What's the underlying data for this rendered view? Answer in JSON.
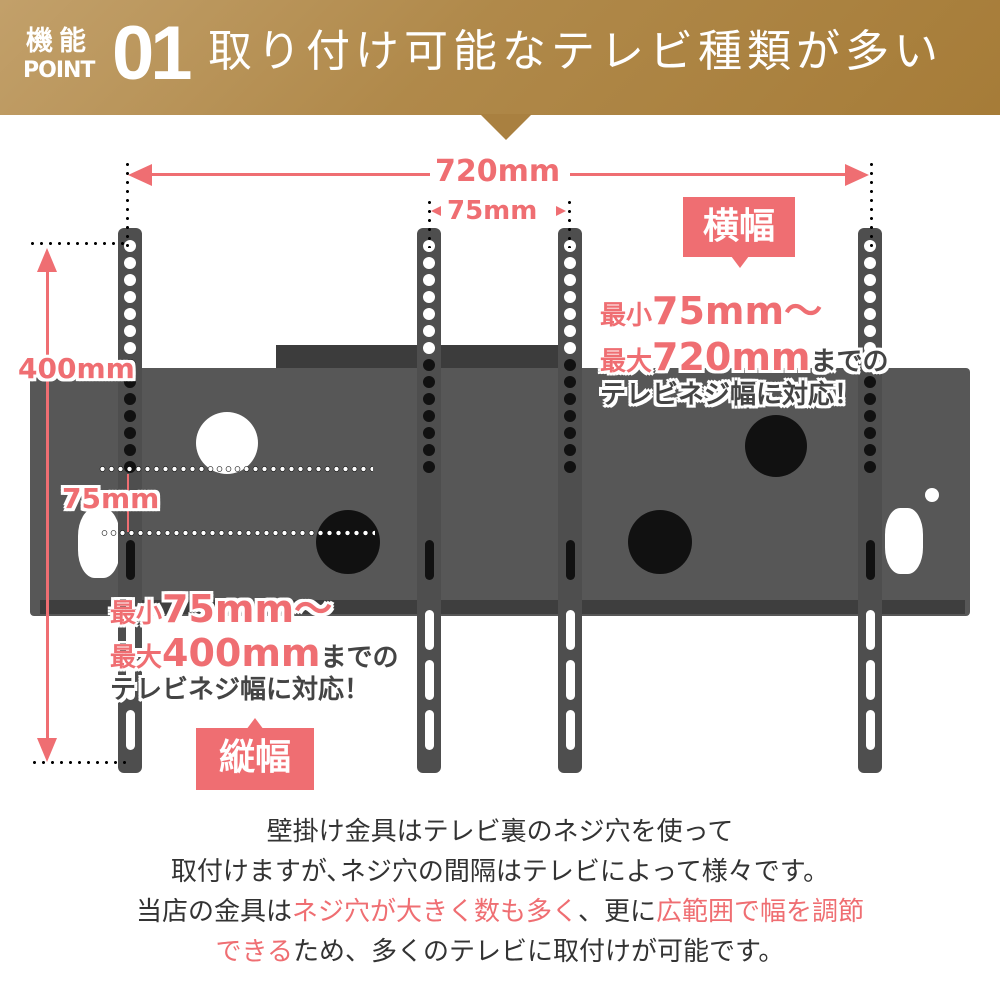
{
  "header": {
    "feature_label": "機能",
    "point_label": "POINT",
    "point_number": "01",
    "title": "取り付け可能なテレビ種類が多い",
    "background_color": "#a98040"
  },
  "diagram": {
    "width_total": "720mm",
    "width_min": "75mm",
    "height_total": "400mm",
    "height_min": "75mm",
    "accent_color": "#ef6e72"
  },
  "horizontal_callout": {
    "badge": "横幅",
    "line1_prefix": "最小",
    "line1_value": "75mm〜",
    "line2_prefix": "最大",
    "line2_value": "720mm",
    "line2_suffix": "までの",
    "line3": "テレビネジ幅に対応！"
  },
  "vertical_callout": {
    "badge": "縦幅",
    "line1_prefix": "最小",
    "line1_value": "75mm〜",
    "line2_prefix": "最大",
    "line2_value": "400mm",
    "line2_suffix": "までの",
    "line3": "テレビネジ幅に対応！"
  },
  "description": {
    "line1": "壁掛け金具はテレビ裏のネジ穴を使って",
    "line2": "取付けますが､ネジ穴の間隔はテレビによって様々です。",
    "line3_a": "当店の金具は",
    "line3_b": "ネジ穴が大きく数も多く",
    "line3_c": "、更に",
    "line3_d": "広範囲で幅を調節",
    "line4_a": "できる",
    "line4_b": "ため、多くのテレビに取付けが可能です。"
  }
}
